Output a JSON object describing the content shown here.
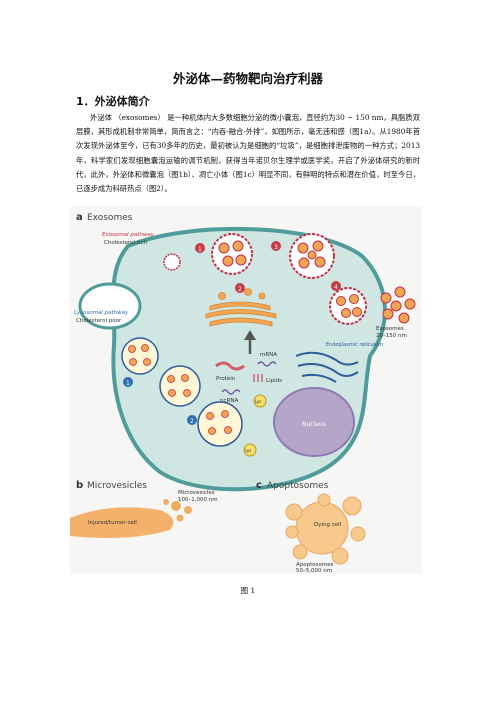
{
  "doc": {
    "title": "外泌体—药物靶向治疗利器",
    "section1_heading": "1．外泌体简介",
    "paragraph1": "外泌体 （exosomes） 是一种机体内大多数细胞分泌的微小囊泡，直径约为30 ~ 150 nm，具脂质双层膜，其形成机制非常简单，简而言之：“内吞-融合-外排”，如图所示，毫无违和感（图1a）。从1980年首次发现外泌体至今，已有30多年的历史，最初被认为是细胞的“垃圾”，是细胞排泄废物的一种方式；2013年，科学家们发现细胞囊泡运输的调节机制，获得当年诺贝尔生理学或医学奖，开启了外泌体研究的新时代，此外，外泌体和微囊泡（图1b）、凋亡小体（图1c）明显不同，有鲜明的特点和潜在价值，时至今日，已逐步成为科研热点（图2）。",
    "figure_caption": "图 1"
  },
  "figure": {
    "panel_a_label": "a",
    "panel_a_title": "Exosomes",
    "exosomal_pathway": "Exosomal pathway",
    "cholesterol_rich": "Cholesterol rich",
    "lysosomal_pathway": "Lysosomal pathway",
    "cholesterol_poor": "Cholesterol poor",
    "protein": "Protein",
    "mrna": "mRNA",
    "ncrna": "ncRNA",
    "lipids": "Lipids",
    "er": "Endoplasmic reticulum",
    "nucleus": "Nucleus",
    "lys": "Lys",
    "exosomes_label": "Exosomes",
    "exosomes_size": "20–150 nm",
    "steps": [
      "1",
      "2",
      "3",
      "4"
    ],
    "panel_b_label": "b",
    "panel_b_title": "Microvesicles",
    "injured_cell": "Injured/tumor cell",
    "microvesicles_label": "Microvesicles",
    "microvesicles_size": "100–1,000 nm",
    "panel_c_label": "c",
    "panel_c_title": "Apoptosomes",
    "dying_cell": "Dying cell",
    "apoptosomes_label": "Apoptosomes",
    "apoptosomes_size": "50–5,000 nm"
  },
  "colors": {
    "cell_fill": "#cfe6e3",
    "cell_border": "#4f9c9a",
    "membrane_red": "#c0304a",
    "membrane_blue": "#2f5d9c",
    "vesicle_orange": "#f2a553",
    "nucleus": "#b5a6c9",
    "step_red": "#c73b44",
    "step_blue": "#2f6fb0"
  }
}
